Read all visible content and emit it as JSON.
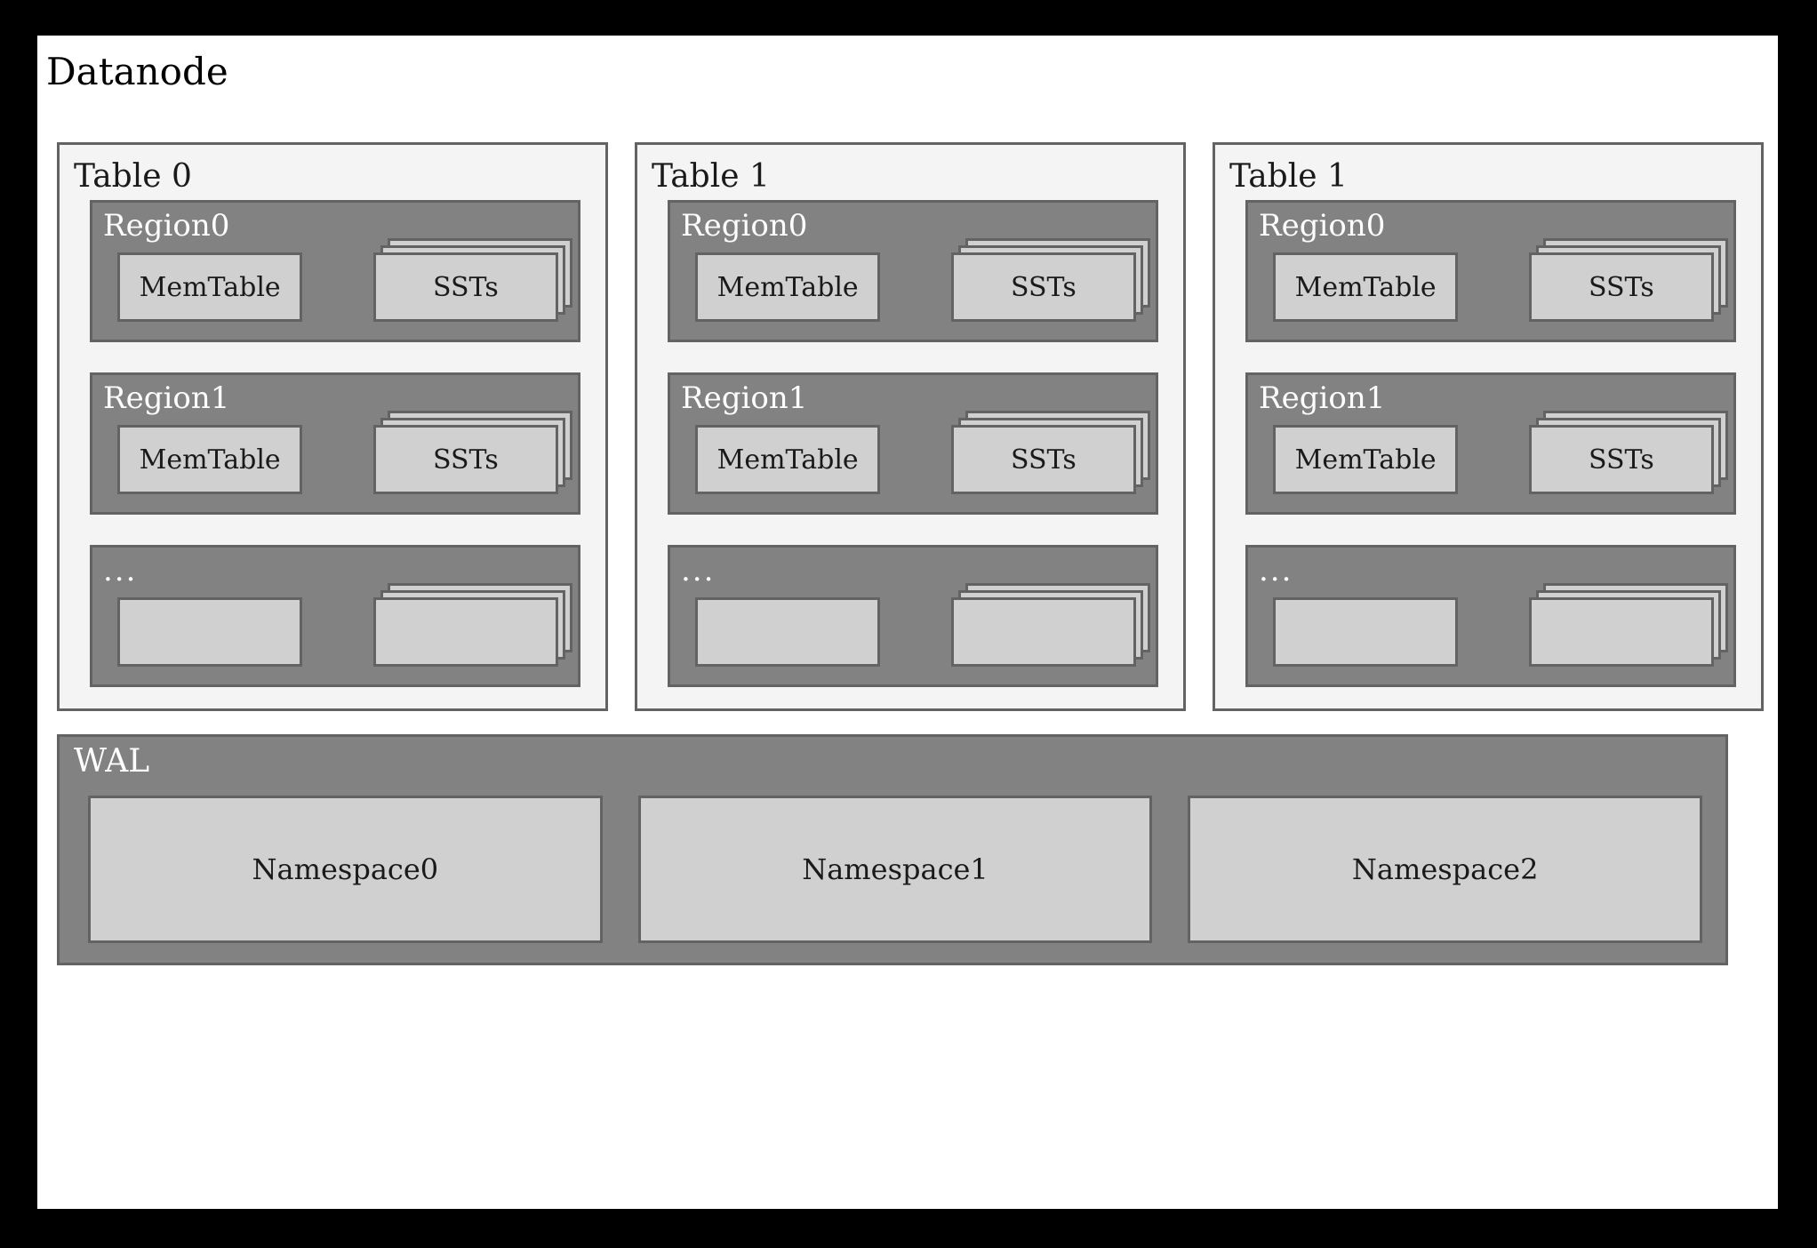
{
  "diagram": {
    "title": "Datanode",
    "colors": {
      "canvas": "#ffffff",
      "outer_frame": "#000000",
      "table_panel_fill": "#f4f4f4",
      "region_fill": "#828282",
      "inner_box_fill": "#d0d0d0",
      "border": "#636363",
      "label_light": "#ffffff",
      "label_dark": "#1a1a1a"
    },
    "tables": [
      {
        "label": "Table 0",
        "regions": [
          {
            "label": "Region0",
            "is_ellipsis": false,
            "memtable": "MemTable",
            "ssts": "SSTs",
            "stack_layers": 3
          },
          {
            "label": "Region1",
            "is_ellipsis": false,
            "memtable": "MemTable",
            "ssts": "SSTs",
            "stack_layers": 3
          },
          {
            "label": "...",
            "is_ellipsis": true,
            "memtable": "",
            "ssts": "",
            "stack_layers": 3
          }
        ]
      },
      {
        "label": "Table 1",
        "regions": [
          {
            "label": "Region0",
            "is_ellipsis": false,
            "memtable": "MemTable",
            "ssts": "SSTs",
            "stack_layers": 3
          },
          {
            "label": "Region1",
            "is_ellipsis": false,
            "memtable": "MemTable",
            "ssts": "SSTs",
            "stack_layers": 3
          },
          {
            "label": "...",
            "is_ellipsis": true,
            "memtable": "",
            "ssts": "",
            "stack_layers": 3
          }
        ]
      },
      {
        "label": "Table 1",
        "regions": [
          {
            "label": "Region0",
            "is_ellipsis": false,
            "memtable": "MemTable",
            "ssts": "SSTs",
            "stack_layers": 3
          },
          {
            "label": "Region1",
            "is_ellipsis": false,
            "memtable": "MemTable",
            "ssts": "SSTs",
            "stack_layers": 3
          },
          {
            "label": "...",
            "is_ellipsis": true,
            "memtable": "",
            "ssts": "",
            "stack_layers": 3
          }
        ]
      }
    ],
    "wal": {
      "label": "WAL",
      "namespaces": [
        {
          "label": "Namespace0"
        },
        {
          "label": "Namespace1"
        },
        {
          "label": "Namespace2"
        }
      ]
    }
  }
}
